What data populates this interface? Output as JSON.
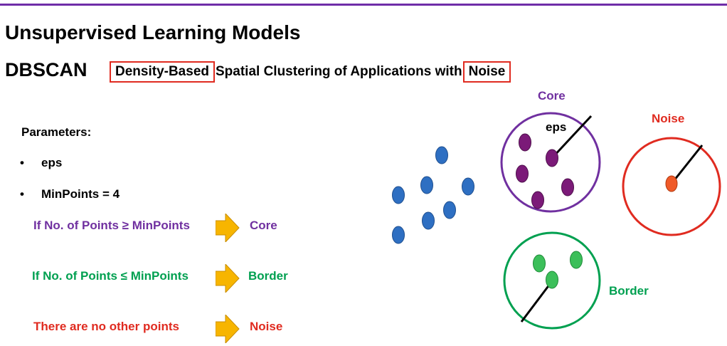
{
  "title": "Unsupervised Learning Models",
  "algorithm": {
    "name": "DBSCAN",
    "expansion_parts": [
      "Density-Based",
      "Spatial Clustering of Applications with",
      "Noise"
    ]
  },
  "parameters": {
    "heading": "Parameters:",
    "items": [
      {
        "bullet": "•",
        "label": "eps"
      },
      {
        "bullet": "•",
        "label": "MinPoints  = 4"
      }
    ]
  },
  "rules": [
    {
      "condition": "If No. of Points ≥ MinPoints",
      "result": "Core",
      "color": "#7030a0"
    },
    {
      "condition": "If No. of Points ≤ MinPoints",
      "result": "Border",
      "color": "#00a050"
    },
    {
      "condition": "There are no other points",
      "result": "Noise",
      "color": "#e02b20"
    }
  ],
  "diagram": {
    "core_label": "Core",
    "eps_label": "eps",
    "noise_label": "Noise",
    "border_label": "Border"
  },
  "colors": {
    "accent_purple": "#7030a0",
    "border_green": "#00a050",
    "noise_red": "#e02b20",
    "arrow_fill": "#f7b500",
    "blue_point": "#2e6fc2",
    "purple_point": "#7b1a78",
    "green_point": "#3cbf5a",
    "orange_point": "#f05a28"
  }
}
